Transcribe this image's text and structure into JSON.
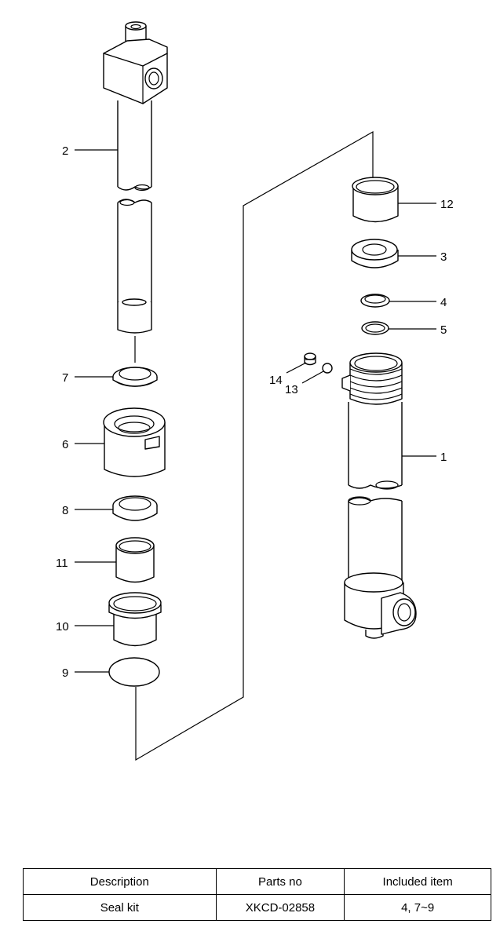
{
  "callouts": [
    "1",
    "2",
    "3",
    "4",
    "5",
    "6",
    "7",
    "8",
    "9",
    "10",
    "11",
    "12",
    "13",
    "14"
  ],
  "table": {
    "headers": [
      "Description",
      "Parts no",
      "Included item"
    ],
    "rows": [
      [
        "Seal kit",
        "XKCD-02858",
        "4, 7~9"
      ]
    ]
  }
}
